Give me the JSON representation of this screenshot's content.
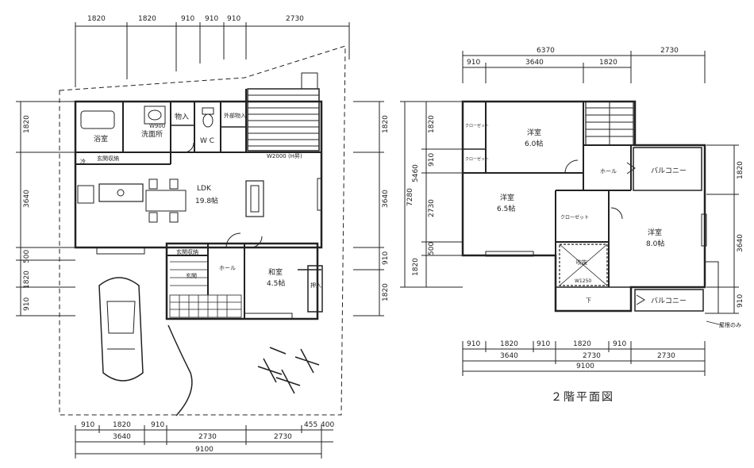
{
  "floor1": {
    "dims_top": [
      "1820",
      "1820",
      "910",
      "910",
      "910",
      "2730"
    ],
    "dims_bottom_row1": [
      "910",
      "1820",
      "910"
    ],
    "dims_bottom_row2": [
      "3640",
      "2730",
      "2730"
    ],
    "dims_bottom_total": "9100",
    "dims_bottom_extra": [
      "455",
      "400"
    ],
    "dims_left": [
      "1820",
      "3640",
      "500",
      "1820",
      "910"
    ],
    "dims_right": [
      "1820",
      "3640",
      "910",
      "1820"
    ],
    "rooms": {
      "bath": "浴室",
      "washroom": "洗面所",
      "storage1": "物入",
      "outdoor_storage": "外部物入",
      "wc": "W C",
      "shoe_storage": "玄関収納",
      "fridge": "冷",
      "ldk": "LDK",
      "ldk_size": "19.8帖",
      "entrance_storage": "玄関収納",
      "hall": "ホール",
      "entrance": "玄関",
      "tatami": "和室",
      "tatami_size": "4.5帖",
      "closet": "押入",
      "w900": "W900",
      "w2000": "W2000 (H昇)"
    }
  },
  "floor2": {
    "caption": "２階平面図",
    "dims_top_total": "6370",
    "dims_top_right": "2730",
    "dims_top_row2": [
      "910",
      "3640",
      "1820"
    ],
    "dims_bottom_row1": [
      "910",
      "1820",
      "910",
      "1820",
      "910"
    ],
    "dims_bottom_row2": [
      "3640",
      "2730",
      "2730"
    ],
    "dims_bottom_total": "9100",
    "dims_left_outer": [
      "7280"
    ],
    "dims_left_inner": [
      "1820",
      "910",
      "5460",
      "2730",
      "500",
      "1820"
    ],
    "dims_right": [
      "1820",
      "3640",
      "910"
    ],
    "rooms": {
      "closet1": "クローゼット",
      "closet2": "クローゼット",
      "room1": "洋室",
      "room1_size": "6.0帖",
      "hall": "ホール",
      "balcony1": "バルコニー",
      "room2": "洋室",
      "room2_size": "6.5帖",
      "closet3": "クローゼット",
      "room3": "洋室",
      "room3_size": "8.0帖",
      "void": "吹抜",
      "w1250": "W1250",
      "down": "下",
      "balcony2": "バルコニー",
      "roof_only": "屋根のみ"
    }
  }
}
